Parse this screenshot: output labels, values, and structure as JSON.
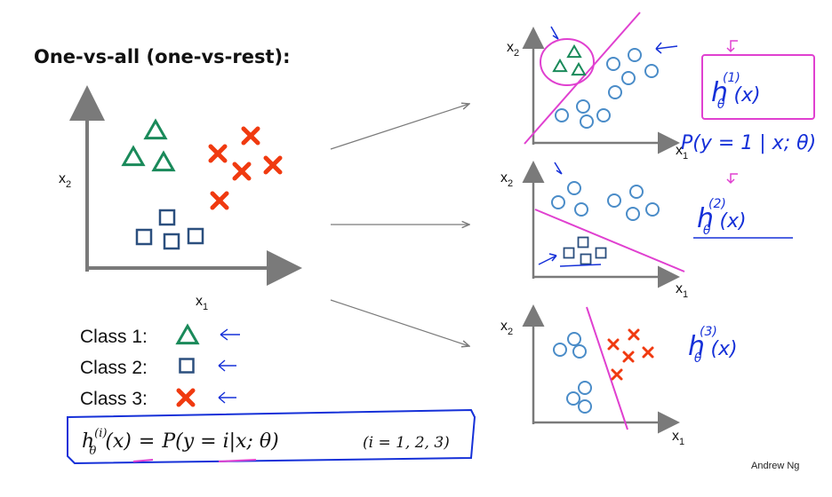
{
  "slide": {
    "title": "One-vs-all (one-vs-rest):",
    "credit": "Andrew Ng"
  },
  "main_plot": {
    "xlabel": "x",
    "xlabel_sub": "1",
    "ylabel": "x",
    "ylabel_sub": "2"
  },
  "panels": [
    {
      "xlabel": "x",
      "xlabel_sub": "1",
      "ylabel": "x",
      "ylabel_sub": "2"
    },
    {
      "xlabel": "x",
      "xlabel_sub": "1",
      "ylabel": "x",
      "ylabel_sub": "2"
    },
    {
      "xlabel": "x",
      "xlabel_sub": "1",
      "ylabel": "x",
      "ylabel_sub": "2"
    }
  ],
  "legend": [
    {
      "label": "Class 1:",
      "marker": "triangle"
    },
    {
      "label": "Class 2:",
      "marker": "square"
    },
    {
      "label": "Class 3:",
      "marker": "cross"
    }
  ],
  "formula": {
    "h": "h",
    "sup": "(i)",
    "sub": "θ",
    "arg": "(x)",
    "eq": "=",
    "p": "P",
    "body": "(y = i|x; θ)",
    "range": "(i = 1, 2, 3)"
  },
  "annotations": {
    "h1": "h",
    "h1_sup": "(1)",
    "h1_sub": "θ",
    "h1_arg": "(x)",
    "p1": "P(y = 1 | x; θ)",
    "h2": "h",
    "h2_sup": "(2)",
    "h2_sub": "θ",
    "h2_arg": "(x)",
    "h3": "h",
    "h3_sup": "(3)",
    "h3_sub": "θ",
    "h3_arg": "(x)"
  },
  "colors": {
    "triangle": "#1a8a5a",
    "square": "#2b4f7e",
    "cross": "#f03a10",
    "circle": "#4a8cc8",
    "boundary": "#e040d0",
    "ink": "#1530d8",
    "axis": "#7a7a7a"
  }
}
